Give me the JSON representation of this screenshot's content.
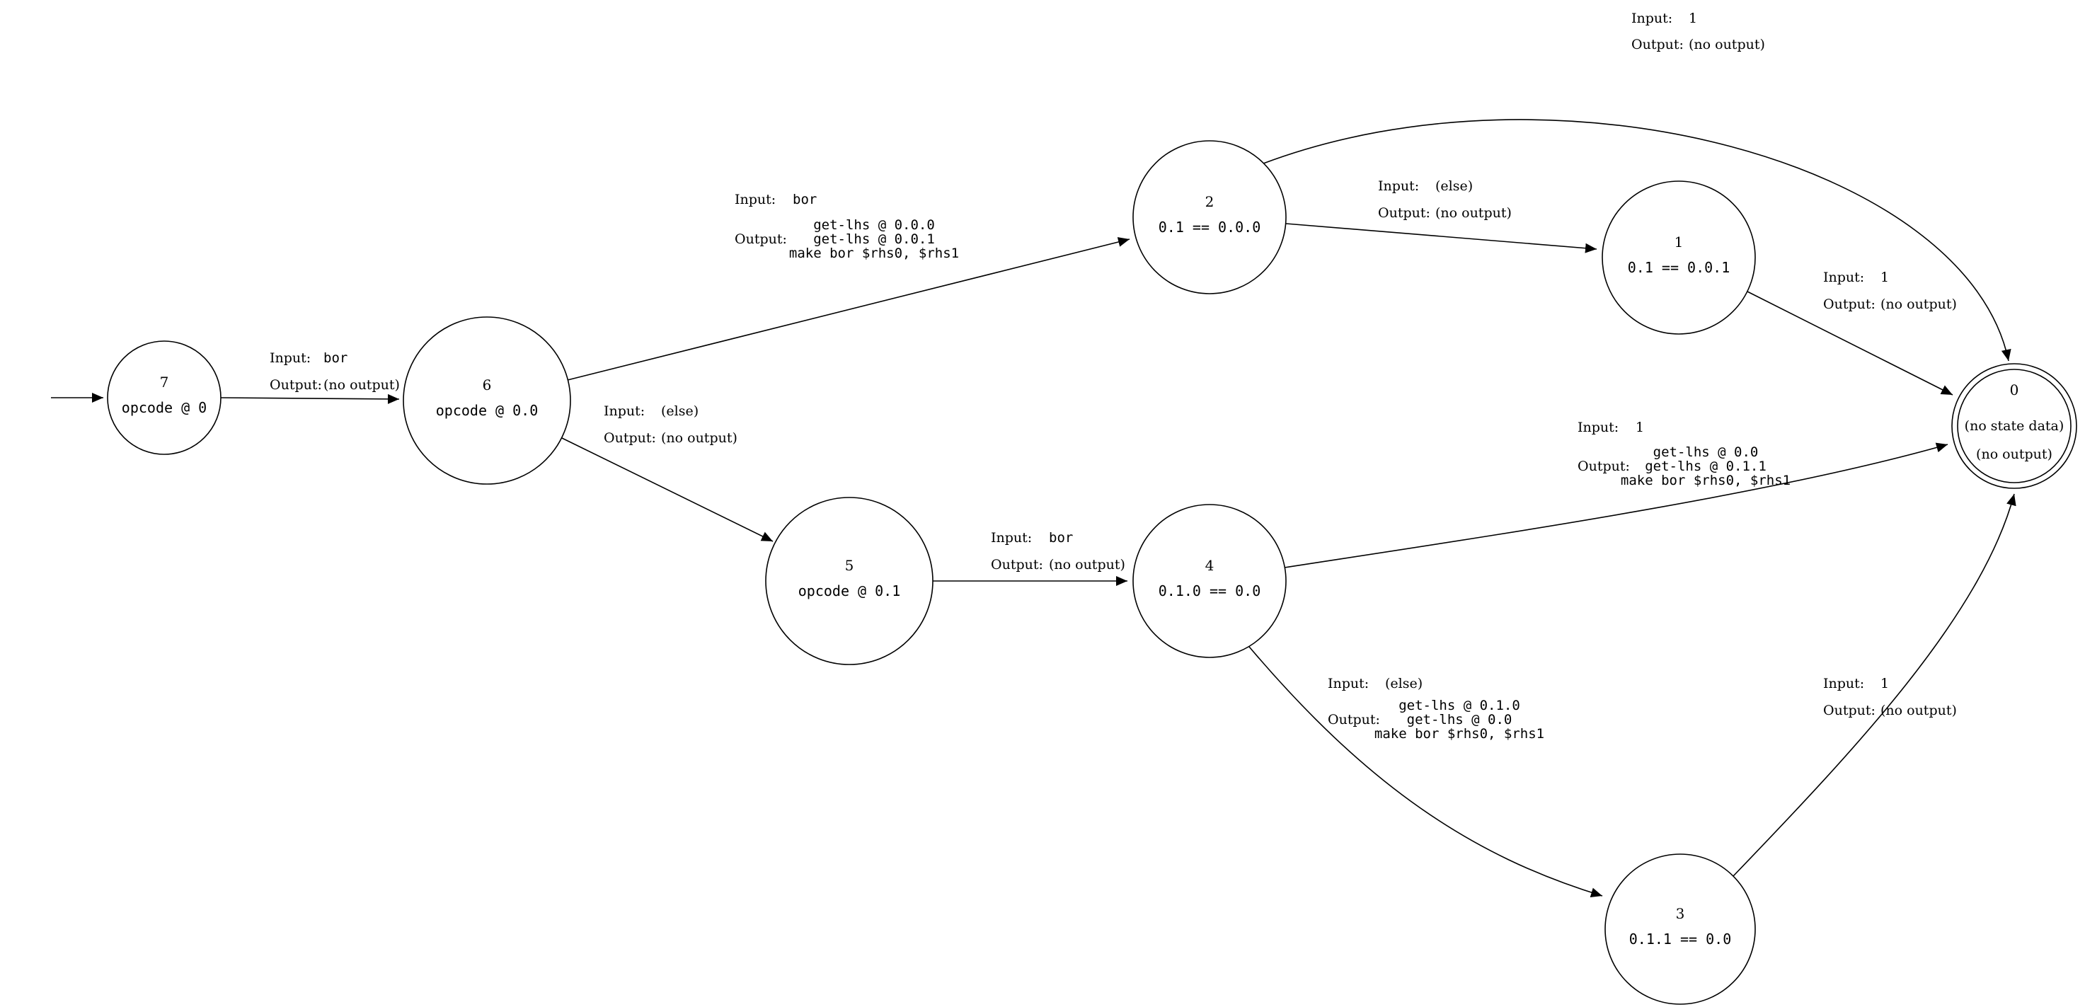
{
  "labels": {
    "input": "Input:",
    "output": "Output:"
  },
  "nodes": [
    {
      "id": "7",
      "state": "opcode @ 0"
    },
    {
      "id": "6",
      "state": "opcode @ 0.0"
    },
    {
      "id": "5",
      "state": "opcode @ 0.1"
    },
    {
      "id": "2",
      "state": "0.1 == 0.0.0"
    },
    {
      "id": "1",
      "state": "0.1 == 0.0.1"
    },
    {
      "id": "4",
      "state": "0.1.0 == 0.0"
    },
    {
      "id": "3",
      "state": "0.1.1 == 0.0"
    },
    {
      "id": "0",
      "state": "(no state data)",
      "output": "(no output)"
    }
  ],
  "edges": [
    {
      "from": "7",
      "to": "6",
      "input": "bor",
      "output": [
        "(no output)"
      ]
    },
    {
      "from": "6",
      "to": "2",
      "input": "bor",
      "output": [
        "get-lhs @ 0.0.0",
        "get-lhs @ 0.0.1",
        "make bor $rhs0, $rhs1"
      ]
    },
    {
      "from": "6",
      "to": "5",
      "input": "(else)",
      "output": [
        "(no output)"
      ]
    },
    {
      "from": "5",
      "to": "4",
      "input": "bor",
      "output": [
        "(no output)"
      ]
    },
    {
      "from": "2",
      "to": "1",
      "input": "(else)",
      "output": [
        "(no output)"
      ]
    },
    {
      "from": "2",
      "to": "0",
      "input": "1",
      "output": [
        "(no output)"
      ]
    },
    {
      "from": "1",
      "to": "0",
      "input": "1",
      "output": [
        "(no output)"
      ]
    },
    {
      "from": "4",
      "to": "0",
      "input": "1",
      "output": [
        "get-lhs @ 0.0",
        "get-lhs @ 0.1.1",
        "make bor $rhs0, $rhs1"
      ]
    },
    {
      "from": "4",
      "to": "3",
      "input": "(else)",
      "output": [
        "get-lhs @ 0.1.0",
        "get-lhs @ 0.0",
        "make bor $rhs0, $rhs1"
      ]
    },
    {
      "from": "3",
      "to": "0",
      "input": "1",
      "output": [
        "(no output)"
      ]
    }
  ]
}
